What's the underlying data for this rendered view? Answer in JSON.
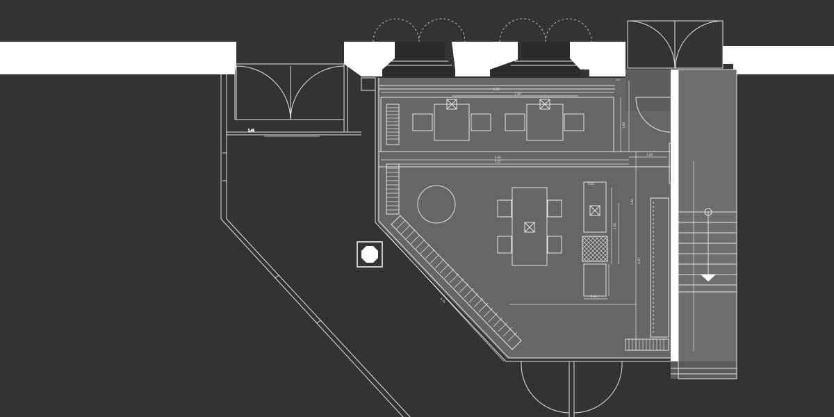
{
  "drawing": {
    "type": "architectural floor plan",
    "colors": {
      "background": "#333333",
      "interior_floor": "#666666",
      "wall_fill": "#ffffff",
      "line": "#e6e6e6",
      "stair_floor": "#6e6e6e",
      "dark_fixture": "#2b2b2b"
    },
    "icons": [
      "door-swing-icon",
      "fixture-cross-icon",
      "octagon-column-icon",
      "stair-direction-arrow-icon"
    ]
  },
  "dimensions": {
    "top_strip_width": "6.05",
    "top_strip_sub": "1.34",
    "upper_room_width": "6.60",
    "lower_room_width": "5.67",
    "right_col_a": "1.40",
    "right_col_b": "1.00",
    "vertical_a": "1.68",
    "vertical_b": "1.56",
    "vertical_c": "4.50",
    "counter_a": "0.62",
    "counter_b": "0.62",
    "diagonal": "4.75",
    "left_door": "1.44"
  }
}
